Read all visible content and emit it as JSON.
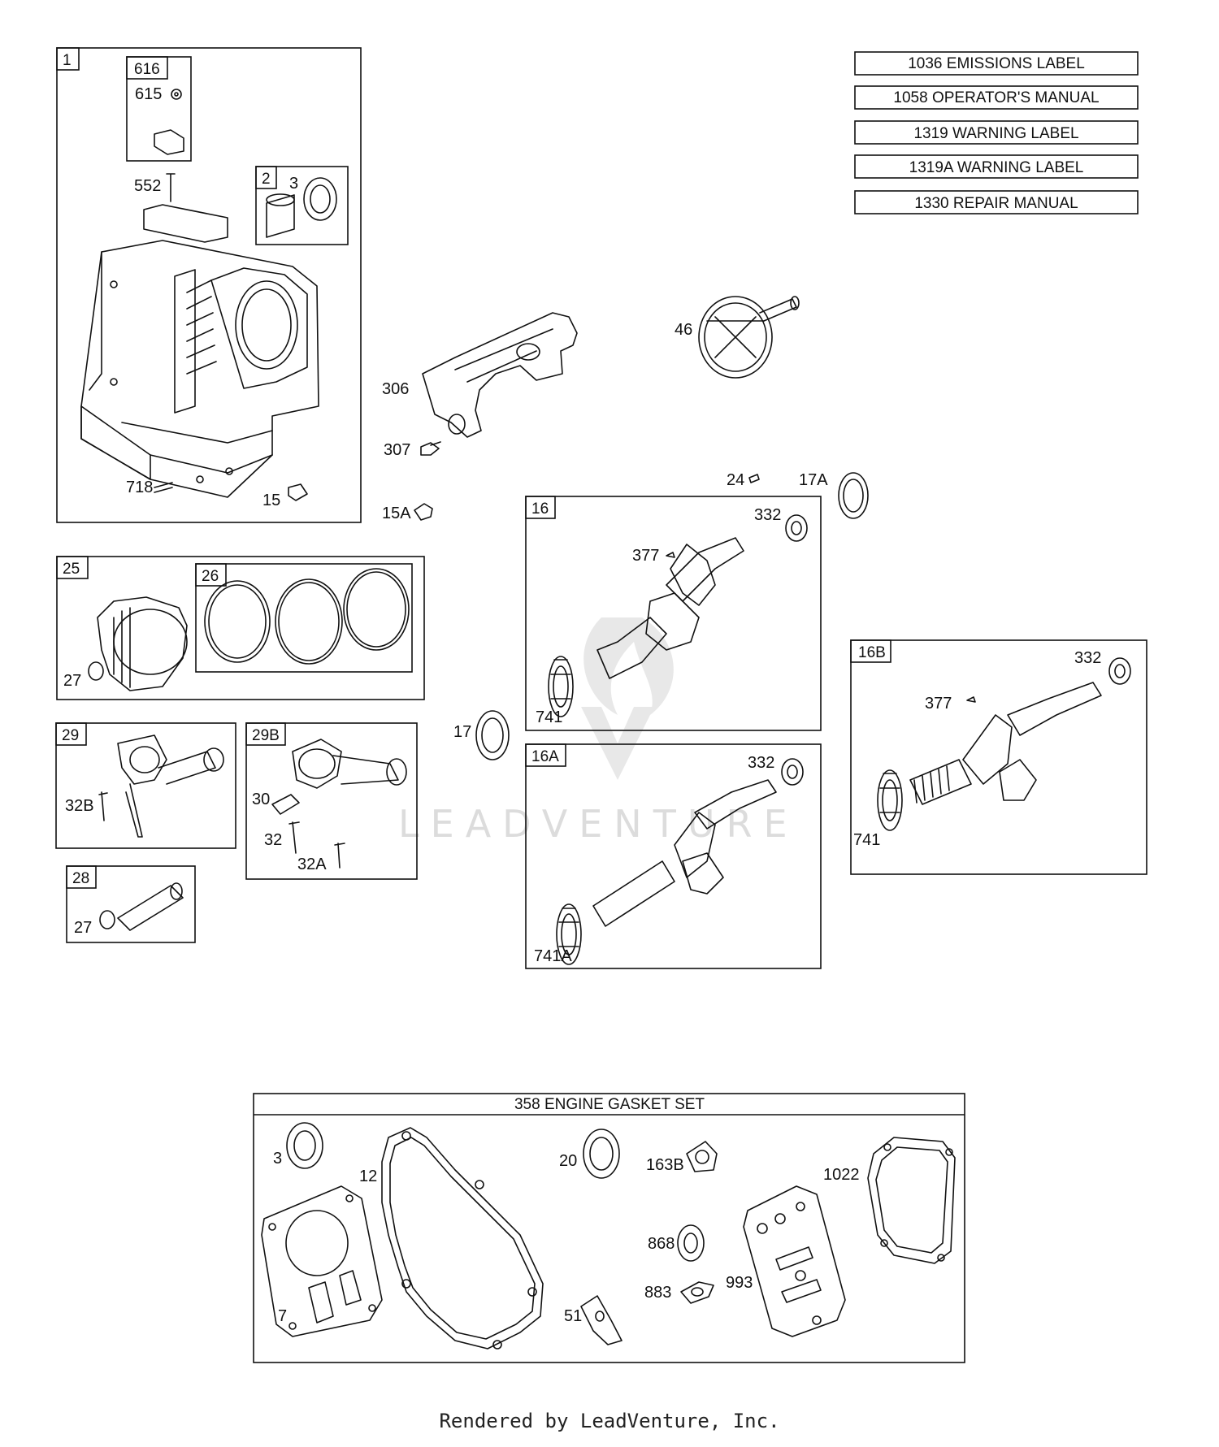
{
  "literature": [
    {
      "num": "1036",
      "text": "EMISSIONS LABEL"
    },
    {
      "num": "1058",
      "text": "OPERATOR'S MANUAL"
    },
    {
      "num": "1319",
      "text": "WARNING LABEL"
    },
    {
      "num": "1319A",
      "text": "WARNING LABEL"
    },
    {
      "num": "1330",
      "text": "REPAIR MANUAL"
    }
  ],
  "groups": {
    "g1": "1",
    "g616": "616",
    "g2": "2",
    "g25": "25",
    "g26": "26",
    "g29": "29",
    "g29B": "29B",
    "g28": "28",
    "g16": "16",
    "g16A": "16A",
    "g16B": "16B"
  },
  "callouts": {
    "p615": "615",
    "p552": "552",
    "p3a": "3",
    "p718": "718",
    "p15": "15",
    "p306": "306",
    "p307": "307",
    "p15A": "15A",
    "p46": "46",
    "p24": "24",
    "p17A": "17A",
    "p27a": "27",
    "p32B": "32B",
    "p30": "30",
    "p32": "32",
    "p32A": "32A",
    "p27b": "27",
    "p17": "17",
    "p332a": "332",
    "p377a": "377",
    "p741a": "741",
    "p332b": "332",
    "p741A": "741A",
    "p332c": "332",
    "p377b": "377",
    "p741b": "741"
  },
  "gasket_set": {
    "num": "358",
    "title": "ENGINE GASKET SET",
    "parts": {
      "g3": "3",
      "g12": "12",
      "g7": "7",
      "g20": "20",
      "g163B": "163B",
      "g51": "51",
      "g868": "868",
      "g883": "883",
      "g993": "993",
      "g1022": "1022"
    }
  },
  "watermark": "LEADVENTURE",
  "footer": "Rendered by LeadVenture, Inc."
}
